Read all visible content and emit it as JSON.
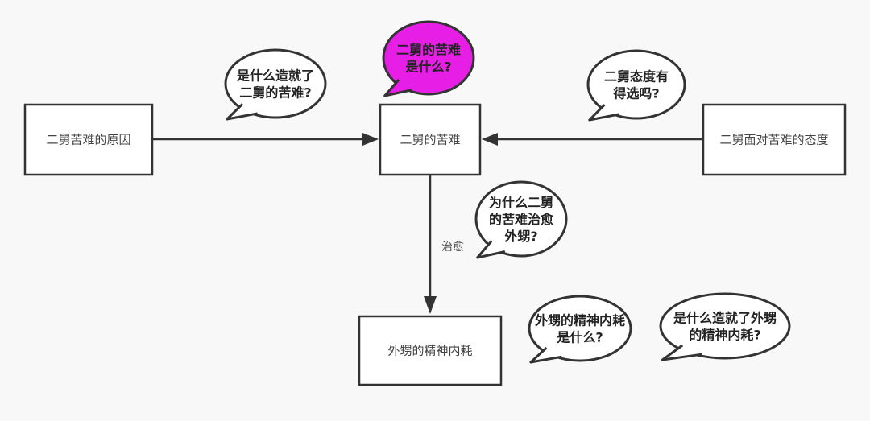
{
  "nodes": {
    "cause": "二舅苦难的原因",
    "suffering": "二舅的苦难",
    "attitude": "二舅面对苦难的态度",
    "nephew": "外甥的精神内耗"
  },
  "edges": {
    "heal_label": "治愈"
  },
  "bubbles": [
    {
      "lines": [
        "是什么造就了",
        "二舅的苦难?"
      ],
      "fill": "#ffffff"
    },
    {
      "lines": [
        "二舅的苦难",
        "是什么?"
      ],
      "fill": "#e61ee6"
    },
    {
      "lines": [
        "二舅态度有",
        "得选吗?"
      ],
      "fill": "#ffffff"
    },
    {
      "lines": [
        "为什么二舅",
        "的苦难治愈",
        "外甥?"
      ],
      "fill": "#ffffff"
    },
    {
      "lines": [
        "外甥的精神内耗",
        "是什么?"
      ],
      "fill": "#ffffff"
    },
    {
      "lines": [
        "是什么造就了外甥",
        "的精神内耗?"
      ],
      "fill": "#ffffff"
    }
  ]
}
